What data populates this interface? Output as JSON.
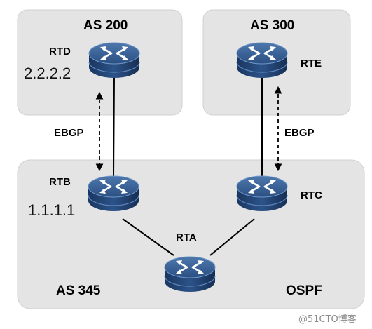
{
  "areas": {
    "as200": "AS 200",
    "as300": "AS 300",
    "as345": "AS 345",
    "ospf": "OSPF"
  },
  "routers": {
    "rtd": {
      "name": "RTD",
      "ip": "2.2.2.2"
    },
    "rte": {
      "name": "RTE"
    },
    "rtb": {
      "name": "RTB",
      "ip": "1.1.1.1"
    },
    "rtc": {
      "name": "RTC"
    },
    "rta": {
      "name": "RTA"
    }
  },
  "links": {
    "ebgp_left": "EBGP",
    "ebgp_right": "EBGP"
  },
  "colors": {
    "area_fill": "#e4e4e4",
    "area_stroke": "#cfcfcf",
    "router_top": "#31568a",
    "router_body": "#1e3d6b",
    "link": "#000000"
  },
  "watermark": "@51CTO博客"
}
